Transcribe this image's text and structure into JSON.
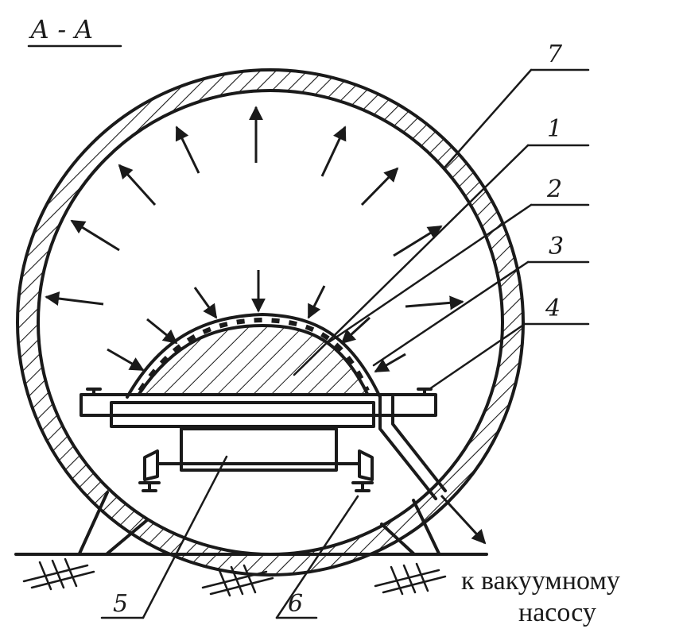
{
  "section_title": "А - А",
  "labels": {
    "l1": "1",
    "l2": "2",
    "l3": "3",
    "l4": "4",
    "l5": "5",
    "l6": "6",
    "l7": "7"
  },
  "vacuum_note": {
    "line1": "к вакуумному",
    "line2": "насосу"
  }
}
